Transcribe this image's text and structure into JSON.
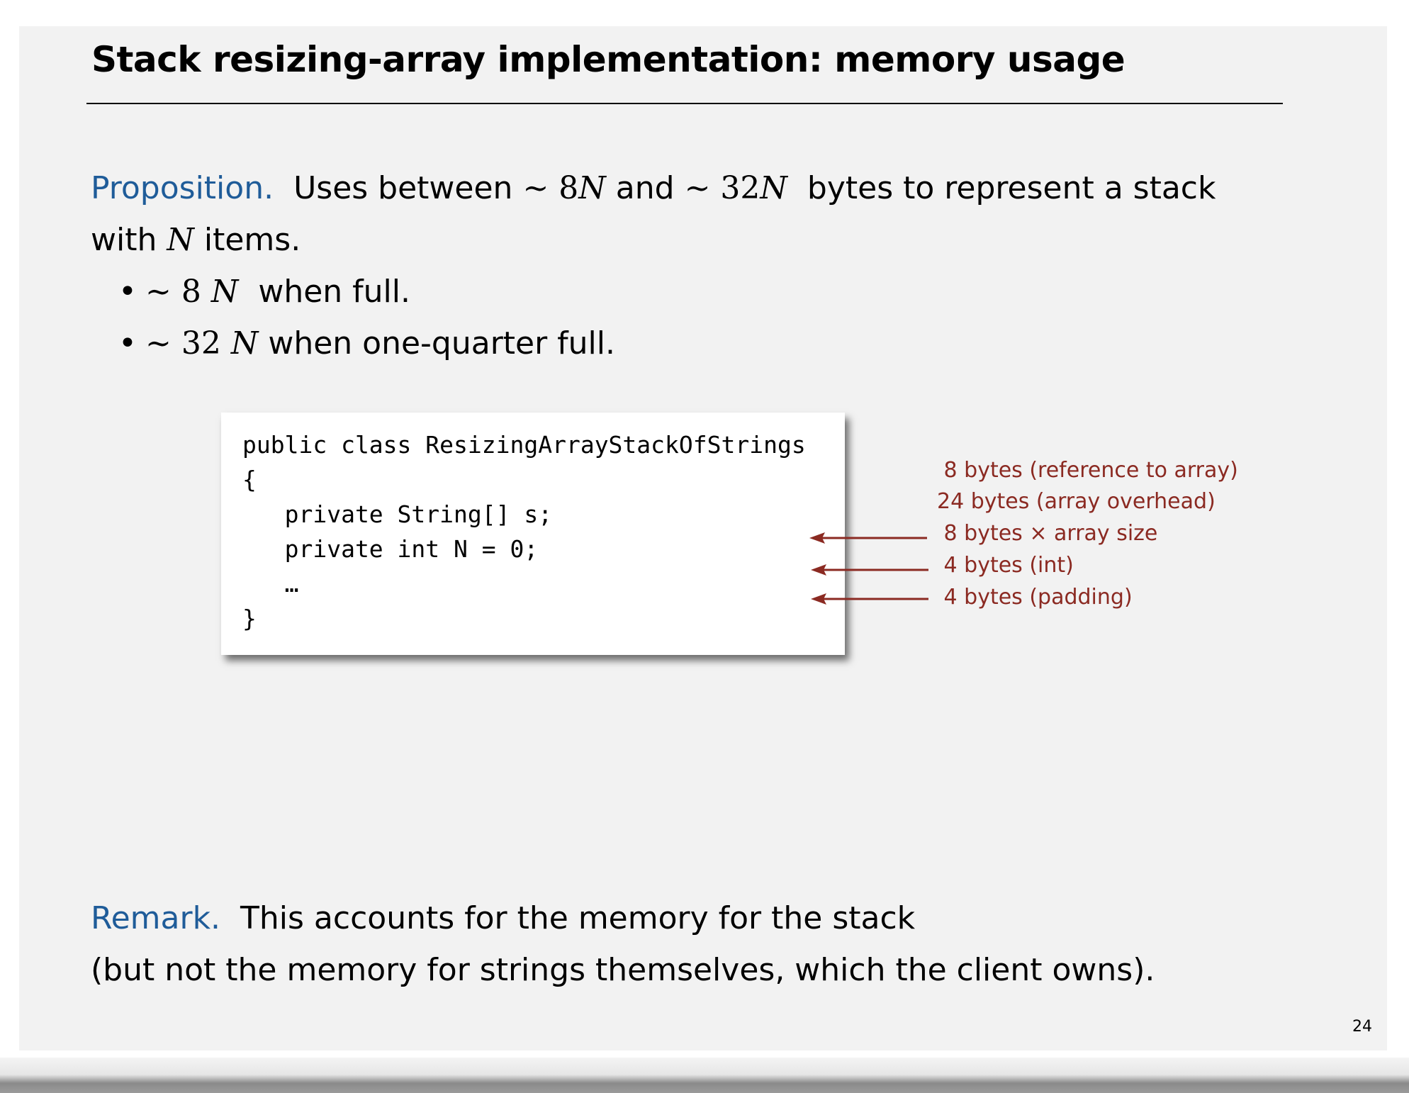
{
  "slide": {
    "title": "Stack resizing-array implementation:  memory usage",
    "proposition": {
      "lead": "Proposition.",
      "t1": "Uses between",
      "m1": "~ 8",
      "n": "N",
      "t2": "and",
      "m2": "~ 32",
      "t3": "bytes to represent a stack",
      "t4": "with",
      "t5": "items."
    },
    "bullets": [
      {
        "dot": "•",
        "math": "~ 8",
        "var": "N",
        "text": "when full."
      },
      {
        "dot": "•",
        "math": "~ 32",
        "var": "N",
        "text": "when one-quarter full."
      }
    ],
    "code": [
      "public class ResizingArrayStackOfStrings",
      "{",
      "   private String[] s;",
      "   private int N = 0;",
      "   …",
      "}"
    ],
    "annotations": [
      " 8 bytes (reference to array)",
      "24 bytes (array overhead)",
      " 8 bytes × array size",
      " 4 bytes (int)",
      " 4 bytes (padding)"
    ],
    "remark": {
      "lead": "Remark.",
      "line1": "This accounts for the memory for the stack",
      "line2": "(but not the memory for strings themselves, which the client owns)."
    },
    "page_number": "24",
    "colors": {
      "lead_blue": "#1f5c99",
      "annotation_red": "#8b2a22",
      "slide_background": "#f2f2f2"
    }
  }
}
